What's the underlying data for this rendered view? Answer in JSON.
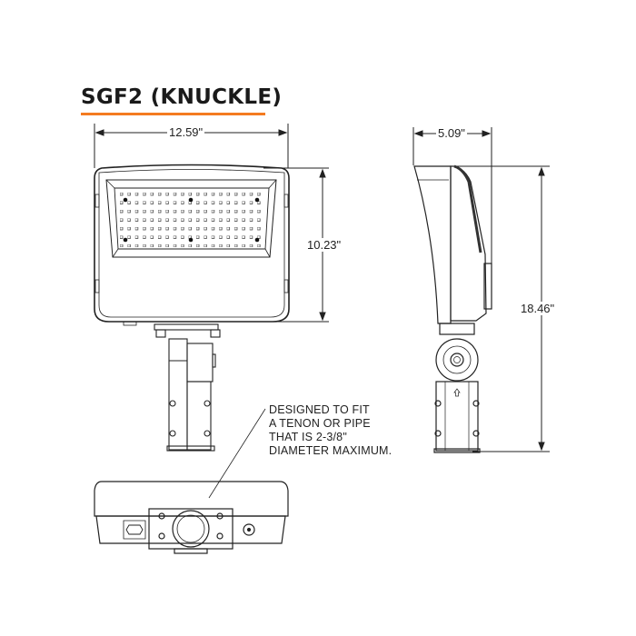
{
  "title": "SGF2 (KNUCKLE)",
  "colors": {
    "accent_underline": "#f47b20",
    "line": "#222222"
  },
  "dimensions": {
    "front_width": "12.59\"",
    "front_height": "10.23\"",
    "side_depth": "5.09\"",
    "side_height": "18.46\""
  },
  "note": {
    "lines": [
      "DESIGNED TO FIT",
      "A TENON OR PIPE",
      "THAT IS 2-3/8\"",
      "DIAMETER MAXIMUM."
    ]
  },
  "views": [
    "front-view",
    "side-view",
    "bottom-view"
  ]
}
